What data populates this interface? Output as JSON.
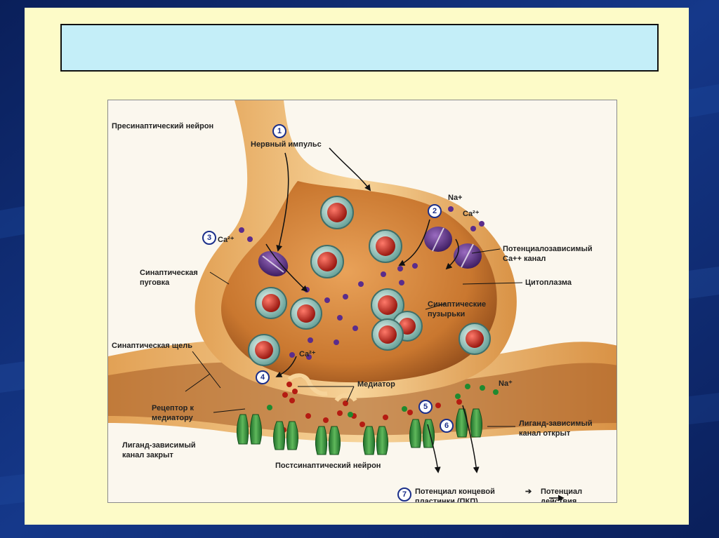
{
  "slide": {
    "title": "",
    "colors": {
      "background": "#0e2a6e",
      "slide": "#fdfbc8",
      "title_box": "#c4eef8"
    }
  },
  "diagram": {
    "steps": [
      "1",
      "2",
      "3",
      "4",
      "5",
      "6",
      "7"
    ],
    "labels": {
      "presynaptic_neuron": "Пресинаптический нейрон",
      "nerve_impulse": "Нервный импульс",
      "na_top": "Na+",
      "ca_2": "Ca²⁺",
      "ca_3": "Ca²⁺",
      "ca_4": "Ca²⁺",
      "voltage_channel": "Потенциалозависимый\nCa++ канал",
      "synaptic_button": "Синаптическая\nпуговка",
      "cytoplasm": "Цитоплазма",
      "synaptic_vesicles": "Синаптические\nпузырьки",
      "synaptic_cleft": "Синаптическая щель",
      "mediator": "Медиатор",
      "na_bottom": "Na⁺",
      "receptor": "Рецептор к\nмедиатору",
      "ligand_closed": "Лиганд-зависимый\nканал закрыт",
      "ligand_open": "Лиганд-зависимый\nканал открыт",
      "postsynaptic_neuron": "Постсинаптический нейрон",
      "end_plate_potential": "Потенциал концевой\nпластинки (ПКП)",
      "arrow": "➔",
      "action_potential": "Потенциал\nдействия"
    },
    "icons": [
      "vesicle-icon",
      "calcium-ion-icon",
      "sodium-ion-icon",
      "ca-channel-icon",
      "ligand-channel-icon"
    ]
  }
}
